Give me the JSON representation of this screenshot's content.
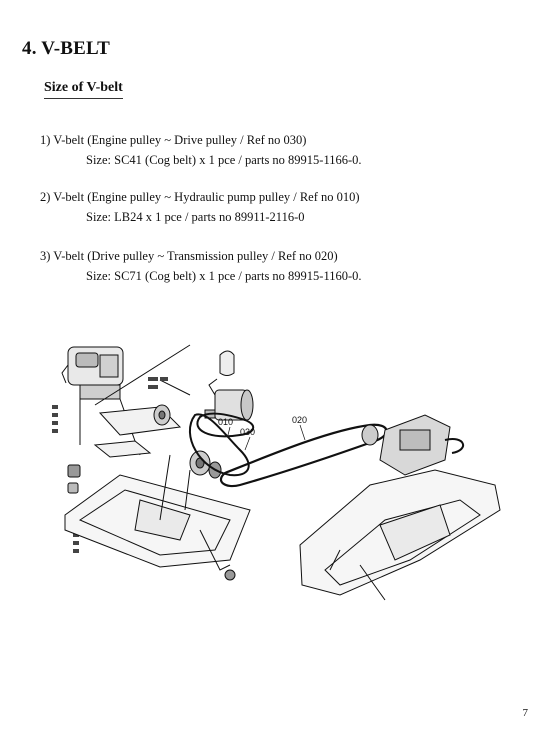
{
  "heading": "4. V-BELT",
  "subheading": "Size of V-belt",
  "items": [
    {
      "line": "1) V-belt (Engine pulley ~ Drive pulley / Ref no 030)",
      "size": "Size: SC41 (Cog belt) x 1 pce / parts no 89915-1166-0."
    },
    {
      "line": "2) V-belt (Engine pulley ~ Hydraulic pump pulley / Ref no 010)",
      "size": "Size: LB24 x 1 pce / parts no 89911-2116-0"
    },
    {
      "line": "3) V-belt (Drive pulley ~ Transmission pulley / Ref no 020)",
      "size": "Size: SC71 (Cog belt) x 1 pce / parts no 89915-1160-0."
    }
  ],
  "diagram": {
    "callouts": [
      "010",
      "030",
      "020"
    ]
  },
  "page_number": "7"
}
